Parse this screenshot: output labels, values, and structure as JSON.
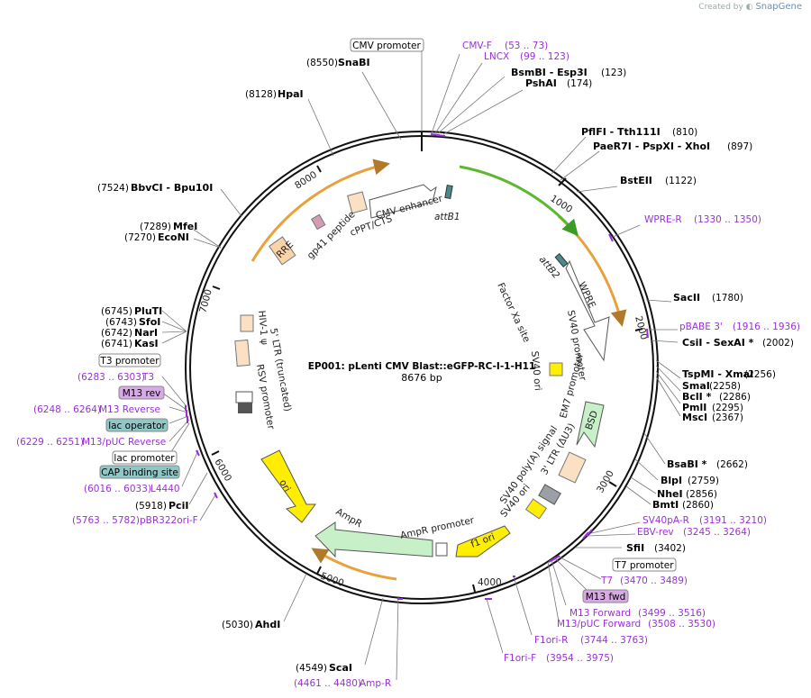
{
  "watermark": {
    "prefix": "Created by",
    "brand": "SnapGene"
  },
  "map": {
    "name": "EP001: pLenti CMV Blast::eGFP-RC-I-1-H11",
    "length": "8676 bp",
    "total_bp": 8676
  },
  "ticks": [
    "1000",
    "2000",
    "3000",
    "4000",
    "5000",
    "6000",
    "7000",
    "8000"
  ],
  "sites_right": [
    {
      "name": "SnaBI",
      "pos": "(8550)"
    },
    {
      "name": "BsmBI - Esp3I",
      "pos": "(123)"
    },
    {
      "name": "PshAI",
      "pos": "(174)"
    },
    {
      "name": "PflFI - Tth111I",
      "pos": "(810)"
    },
    {
      "name": "PaeR7I - PspXI - XhoI",
      "pos": "(897)"
    },
    {
      "name": "BstEII",
      "pos": "(1122)"
    },
    {
      "name": "SacII",
      "pos": "(1780)"
    },
    {
      "name": "CsiI - SexAI *",
      "pos": "(2002)"
    },
    {
      "name": "TspMI - XmaI",
      "pos": "(2256)"
    },
    {
      "name": "SmaI",
      "pos": "(2258)"
    },
    {
      "name": "BclI *",
      "pos": "(2286)"
    },
    {
      "name": "PmlI",
      "pos": "(2295)"
    },
    {
      "name": "MscI",
      "pos": "(2367)"
    },
    {
      "name": "BsaBI *",
      "pos": "(2662)"
    },
    {
      "name": "BlpI",
      "pos": "(2759)"
    },
    {
      "name": "NheI",
      "pos": "(2856)"
    },
    {
      "name": "BmtI",
      "pos": "(2860)"
    },
    {
      "name": "SfiI",
      "pos": "(3402)"
    },
    {
      "name": "HpaI",
      "pos": "(8128)"
    },
    {
      "name": "BbvCI - Bpu10I",
      "pos": "(7524)"
    },
    {
      "name": "MfeI",
      "pos": "(7289)"
    },
    {
      "name": "EcoNI",
      "pos": "(7270)"
    },
    {
      "name": "PluTI",
      "pos": "(6745)"
    },
    {
      "name": "SfoI",
      "pos": "(6743)"
    },
    {
      "name": "NarI",
      "pos": "(6742)"
    },
    {
      "name": "KasI",
      "pos": "(6741)"
    },
    {
      "name": "PciI",
      "pos": "(5918)"
    },
    {
      "name": "AhdI",
      "pos": "(5030)"
    },
    {
      "name": "ScaI",
      "pos": "(4549)"
    }
  ],
  "primers": [
    {
      "name": "CMV-F",
      "range": "(53 .. 73)"
    },
    {
      "name": "LNCX",
      "range": "(99 .. 123)"
    },
    {
      "name": "WPRE-R",
      "range": "(1330 .. 1350)"
    },
    {
      "name": "pBABE 3'",
      "range": "(1916 .. 1936)"
    },
    {
      "name": "SV40pA-R",
      "range": "(3191 .. 3210)"
    },
    {
      "name": "EBV-rev",
      "range": "(3245 .. 3264)"
    },
    {
      "name": "T7",
      "range": "(3470 .. 3489)"
    },
    {
      "name": "M13 Forward",
      "range": "(3499 .. 3516)"
    },
    {
      "name": "M13/pUC Forward",
      "range": "(3508 .. 3530)"
    },
    {
      "name": "F1ori-R",
      "range": "(3744 .. 3763)"
    },
    {
      "name": "F1ori-F",
      "range": "(3954 .. 3975)"
    },
    {
      "name": "Amp-R",
      "range": "(4461 .. 4480)"
    },
    {
      "name": "pBR322ori-F",
      "range": "(5763 .. 5782)"
    },
    {
      "name": "L4440",
      "range": "(6016 .. 6033)"
    },
    {
      "name": "M13/pUC Reverse",
      "range": "(6229 .. 6251)"
    },
    {
      "name": "M13 Reverse",
      "range": "(6248 .. 6264)"
    },
    {
      "name": "T3",
      "range": "(6283 .. 6303)"
    }
  ],
  "boxed_labels": [
    {
      "text": "CMV promoter",
      "style": "white"
    },
    {
      "text": "T7 promoter",
      "style": "white"
    },
    {
      "text": "M13 fwd",
      "style": "purple"
    },
    {
      "text": "T3 promoter",
      "style": "white"
    },
    {
      "text": "M13 rev",
      "style": "purple"
    },
    {
      "text": "lac operator",
      "style": "teal"
    },
    {
      "text": "lac promoter",
      "style": "white"
    },
    {
      "text": "CAP binding site",
      "style": "teal"
    }
  ],
  "features": [
    "CMV enhancer",
    "cPPT/CTS",
    "gp41 peptide",
    "RRE",
    "attB1",
    "attB2",
    "WPRE",
    "Factor Xa site",
    "SV40 promoter",
    "SV40 ori",
    "EM7 promoter",
    "BSD",
    "3' LTR (ΔU3)",
    "SV40 poly(A) signal",
    "SV40 ori",
    "f1 ori",
    "AmpR promoter",
    "AmpR",
    "ori",
    "RSV promoter",
    "5' LTR (truncated)",
    "HIV-1 ψ"
  ]
}
